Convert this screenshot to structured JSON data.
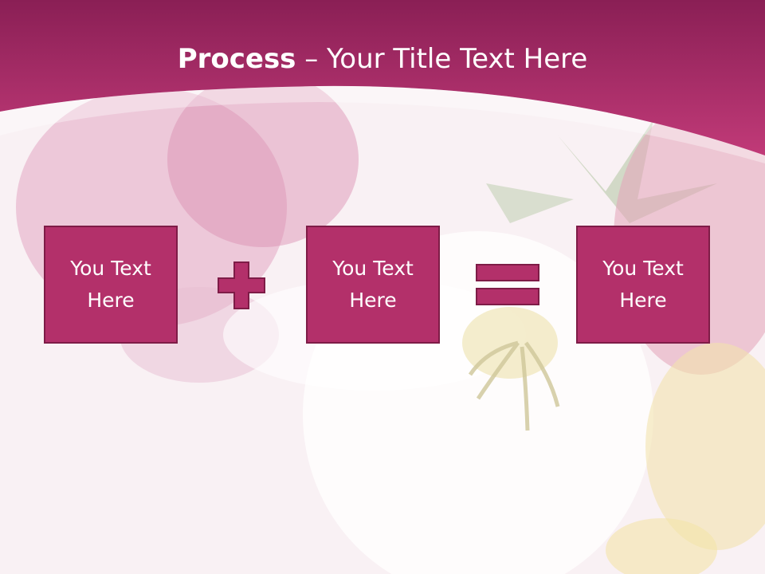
{
  "title": {
    "bold": "Process",
    "rest": " – Your Title Text Here"
  },
  "boxes": [
    {
      "text": "You Text\nHere"
    },
    {
      "text": "You Text\nHere"
    },
    {
      "text": "You Text\nHere"
    }
  ],
  "operators": [
    "plus-icon",
    "equals-icon"
  ],
  "colors": {
    "header": "#b52d6c",
    "box_fill": "#b3306a",
    "box_border": "#7e1c47",
    "background": "#f9f1f4"
  }
}
